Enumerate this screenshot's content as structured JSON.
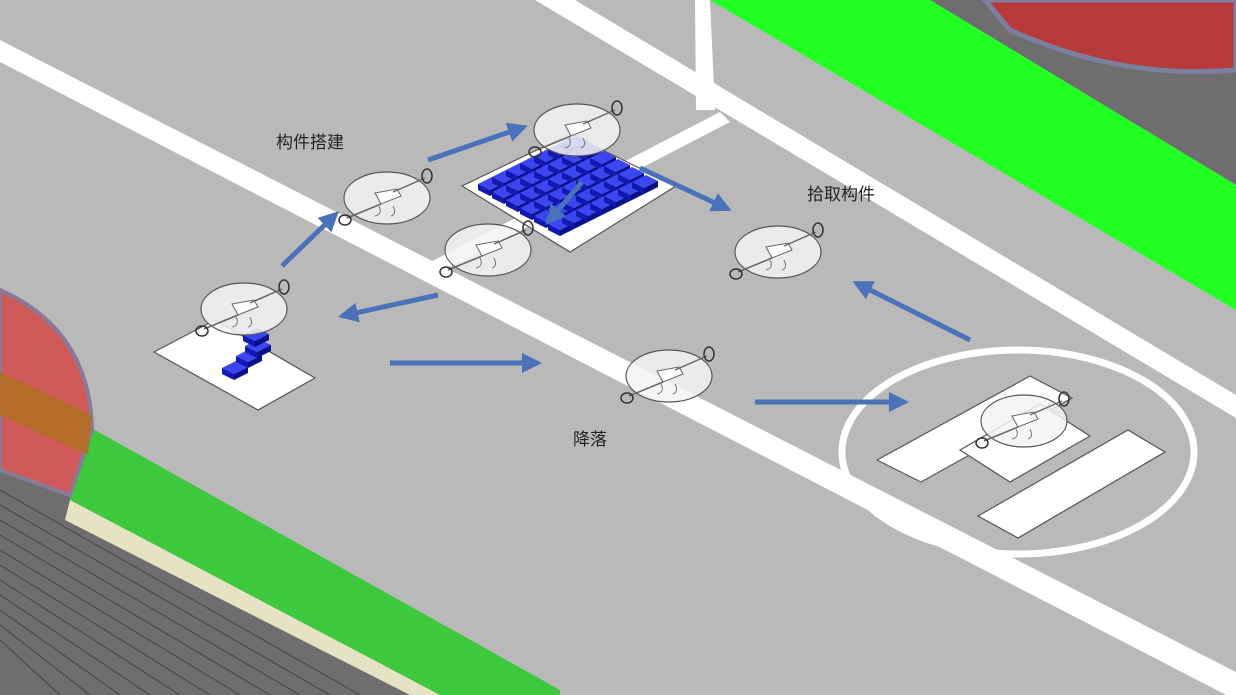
{
  "labels": {
    "build": "构件搭建",
    "pick": "拾取构件",
    "land": "降落"
  },
  "colors": {
    "ground": "#b7b7b7",
    "lane_stripe": "#ffffff",
    "grass": "#22ff22",
    "red_structure": "#c84a4a",
    "dark_panel": "#6e6e6e",
    "component_blue": "#1a22d6",
    "arrow": "#4a72b8",
    "drone_disc": "#f0f0f0"
  },
  "icons": {
    "drone": "quadcopter-drone-icon",
    "helipad": "helipad-h-icon",
    "arrow": "flow-arrow-icon"
  }
}
